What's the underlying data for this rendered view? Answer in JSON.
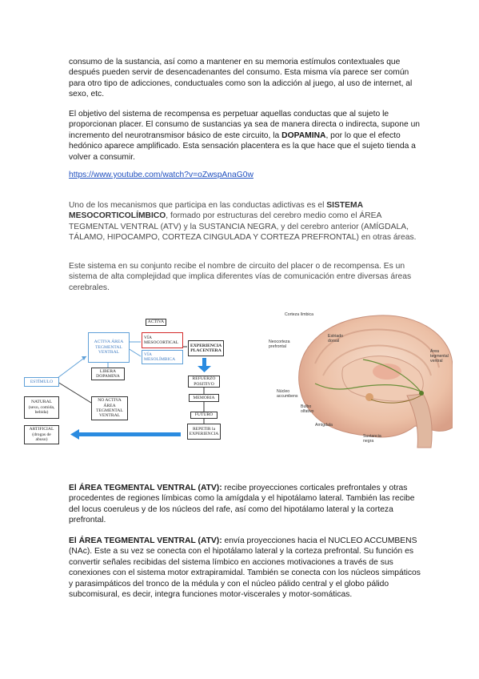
{
  "p1": {
    "text": "consumo de la sustancia, así como a mantener en su memoria estímulos contextuales que después pueden servir de desencadenantes del consumo. Esta misma vía parece ser común para otro tipo de adicciones, conductuales como son la adicción al juego, al uso de internet, al sexo, etc."
  },
  "p2": {
    "part1": "El objetivo del sistema de recompensa es perpetuar aquellas conductas que al sujeto le proporcionan placer. El consumo de sustancias ya sea de manera directa o indirecta, supone un incremento del neurotransmisor básico de este circuito, la ",
    "bold": "DOPAMINA",
    "part2": ", por lo que el efecto hedónico aparece amplificado. Esta sensación placentera es la que hace que el sujeto tienda a volver a consumir."
  },
  "link": "https://www.youtube.com/watch?v=oZwspAnaG0w",
  "p3": {
    "part1": "Uno de los mecanismos que participa en las conductas adictivas es el ",
    "bold": "SISTEMA MESOCORTICOLÍMBICO",
    "part2": ", formado por estructuras del cerebro medio como el ÁREA TEGMENTAL VENTRAL (ATV) y la SUSTANCIA NEGRA, y del cerebro anterior (AMÍGDALA, TÁLAMO, HIPOCAMPO, CORTEZA CINGULADA Y CORTEZA PREFRONTAL) en otras áreas."
  },
  "p4": {
    "text": "Este sistema en su conjunto recibe el nombre de circuito del placer o de recompensa. Es un sistema de alta complejidad que implica diferentes vías de comunicación entre diversas áreas cerebrales."
  },
  "flow": {
    "estimulo": "ESTÍMULO",
    "natural": "NATURAL (sexo, comida, bebida)",
    "artificial": "ARTIFICIAL (drogas de abuso)",
    "activa_label": "ACTIVA",
    "activa_area": "ACTIVA ÁREA TEGMENTAL VENTRAL",
    "libera": "LIBERA DOPAMINA",
    "no_activa": "NO ACTIVA ÁREA TEGMENTAL VENTRAL",
    "activa_top": "ACTIVA",
    "via_meso_cortical": "VÍA MESOCORTICAL",
    "via_meso_limbica": "VÍA MESOLÍMBICA",
    "experiencia": "EXPERIENCIA PLACENTERA",
    "refuerzo": "REFUERZO POSITIVO",
    "memoria": "MEMORIA",
    "futuro": "FUTURO",
    "repetir": "REPETIR la EXPERIENCIA"
  },
  "brain": {
    "corteza_limbica": "Corteza límbica",
    "estriado": "Estriado dorsal",
    "neocorteza": "Neocorteza prefrontal",
    "area_tegmental": "Área tegmental ventral",
    "nucleo_accumbens": "Núcleo accumbens",
    "bulbo": "Bulbo olfativo",
    "amigdala": "Amígdala",
    "sustancia_negra": "Sustancia negra"
  },
  "p5": {
    "bold": "El ÁREA TEGMENTAL VENTRAL (ATV):",
    "text": " recibe proyecciones corticales prefrontales y otras procedentes de regiones límbicas como la amígdala y el hipotálamo lateral. También las recibe del locus coeruleus y de los núcleos del rafe, así como del hipotálamo lateral y la corteza prefrontal."
  },
  "p6": {
    "bold": "El ÁREA TEGMENTAL VENTRAL (ATV):",
    "text": " envía proyecciones hacia el NUCLEO ACCUMBENS (NAc). Este a su vez se conecta con el hipotálamo lateral y la corteza prefrontal. Su función es convertir señales recibidas del sistema límbico en acciones motivaciones a través de sus conexiones con el sistema motor extrapiramidal. También se conecta con los núcleos simpáticos y parasimpáticos del tronco de la médula y con el núcleo pálido central y el globo pálido subcomisural, es decir, integra funciones motor-viscerales y motor-somáticas."
  }
}
